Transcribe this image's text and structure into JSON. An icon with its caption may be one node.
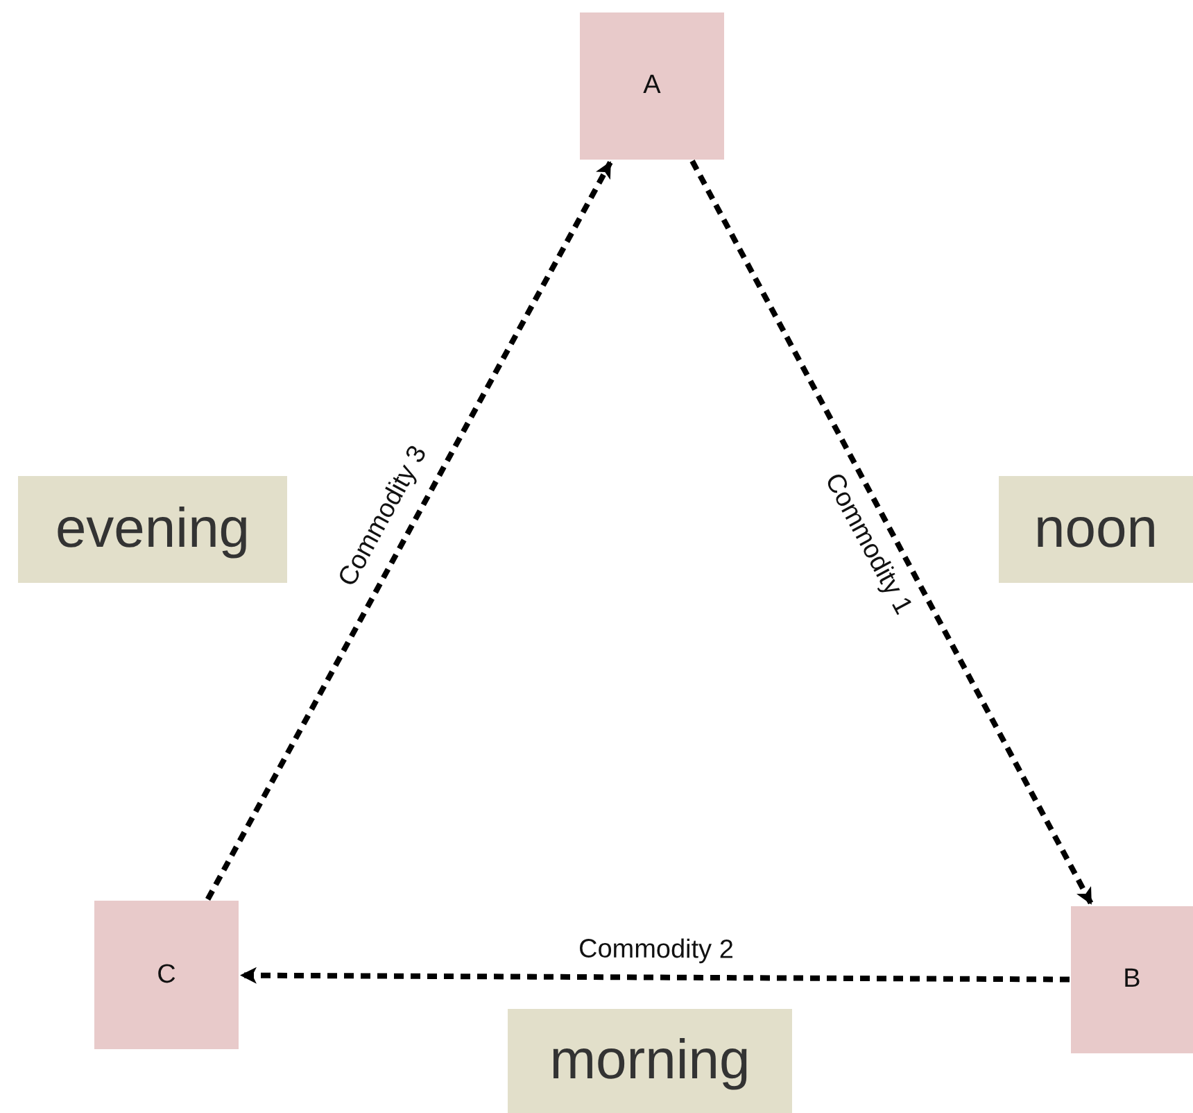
{
  "diagram": {
    "nodes": [
      {
        "text": [
          "A"
        ]
      },
      {
        "text": [
          "B"
        ]
      },
      {
        "text": [
          "C"
        ]
      },
      {
        "text": [
          "evening"
        ]
      },
      {
        "text": [
          "noon"
        ]
      },
      {
        "text": [
          "morning"
        ]
      }
    ],
    "edges": [
      {
        "from": 0,
        "to": 1,
        "arrow": "to",
        "label": "Commodity 1",
        "style": "dashed"
      },
      {
        "from": 1,
        "to": 2,
        "arrow": "to",
        "label": "Commodity 2",
        "style": "dashed"
      },
      {
        "from": 2,
        "to": 0,
        "arrow": "to",
        "label": "Commodity 3",
        "style": "dashed"
      }
    ]
  }
}
